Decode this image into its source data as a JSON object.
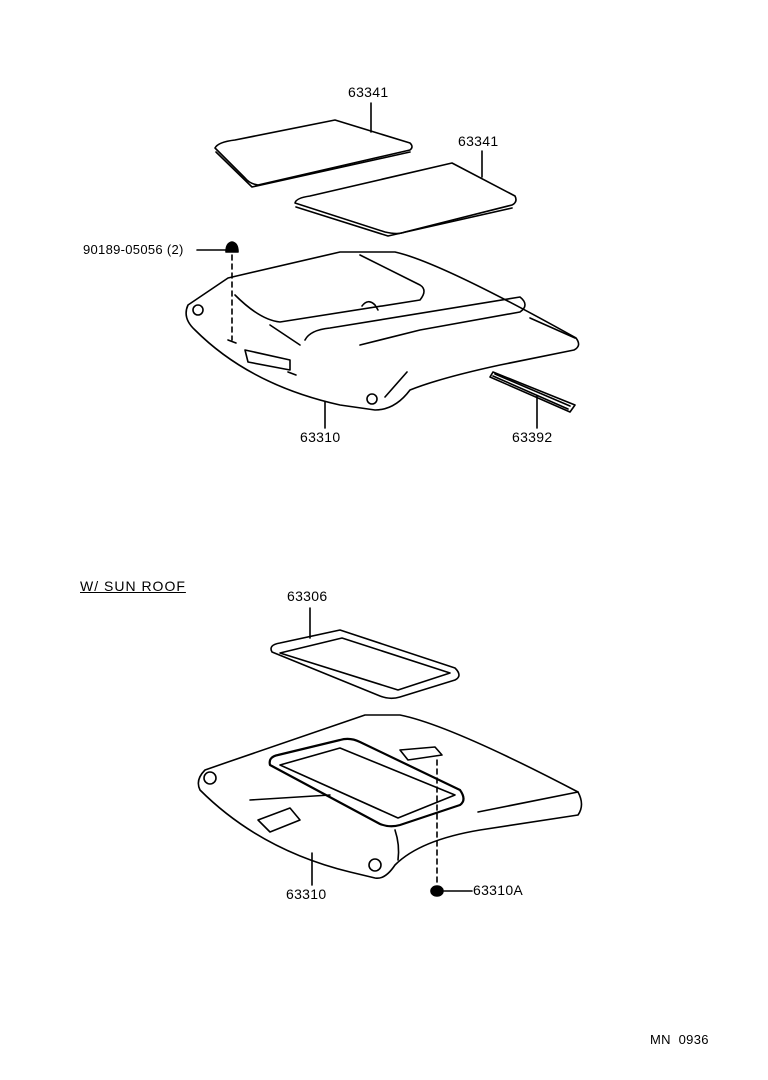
{
  "diagram": {
    "type": "exploded parts diagram",
    "subject": "Roof headlining",
    "footer_code": "MN  0936",
    "top_assembly": {
      "parts": [
        {
          "id": "p1",
          "number": "63341",
          "description": "roof headlining panel (front)"
        },
        {
          "id": "p2",
          "number": "63341",
          "description": "roof headlining panel (rear)"
        },
        {
          "id": "p3",
          "number": "90189-05056 (2)",
          "description": "clip/fastener, qty 2"
        },
        {
          "id": "p4",
          "number": "63310",
          "description": "roof headlining"
        },
        {
          "id": "p5",
          "number": "63392",
          "description": "strip/weatherstrip"
        }
      ]
    },
    "sunroof_assembly": {
      "title": "W/ SUN  ROOF",
      "parts": [
        {
          "id": "s1",
          "number": "63306",
          "description": "sun roof trim frame"
        },
        {
          "id": "s2",
          "number": "63310",
          "description": "roof headlining with sunroof opening"
        },
        {
          "id": "s3",
          "number": "63310A",
          "description": "fastener"
        }
      ]
    }
  }
}
